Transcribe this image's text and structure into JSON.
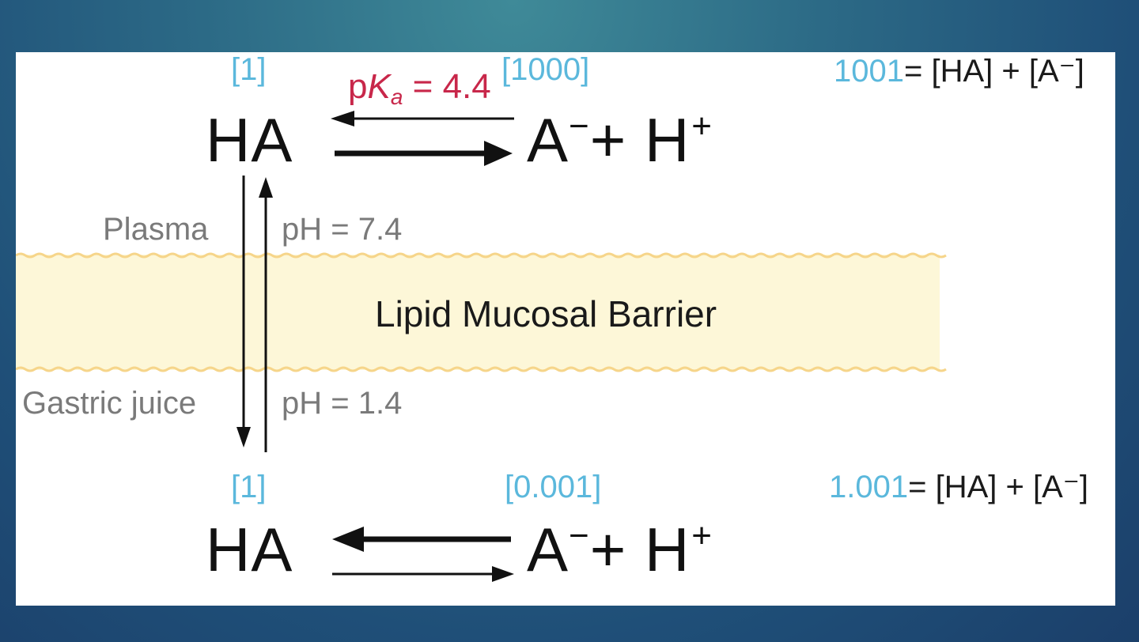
{
  "top": {
    "ha_conc": "[1]",
    "a_conc": "[1000]",
    "total_value": "1001",
    "total_eq": "= [HA] + [A⁻]",
    "pka_prefix": "p",
    "pka_k": "K",
    "pka_sub": "a",
    "pka_value": " = 4.4",
    "ha": "HA",
    "a": "A",
    "minus": "−",
    "plus": "+ H",
    "plus_sup": "+"
  },
  "middle": {
    "plasma_label": "Plasma",
    "plasma_ph": "pH = 7.4",
    "barrier_label": "Lipid Mucosal Barrier",
    "gastric_label": "Gastric juice",
    "gastric_ph": "pH = 1.4"
  },
  "bottom": {
    "ha_conc": "[1]",
    "a_conc": "[0.001]",
    "total_value": "1.001",
    "total_eq": "= [HA] + [A⁻]",
    "ha": "HA",
    "a": "A",
    "minus": "−",
    "plus": "+ H",
    "plus_sup": "+"
  },
  "colors": {
    "concentration": "#5bb8dc",
    "pka": "#c8274a",
    "label_gray": "#7a7a7a",
    "barrier": "#fdf7d8",
    "barrier_edge": "#f6d58a",
    "background": "#1f4f78"
  }
}
